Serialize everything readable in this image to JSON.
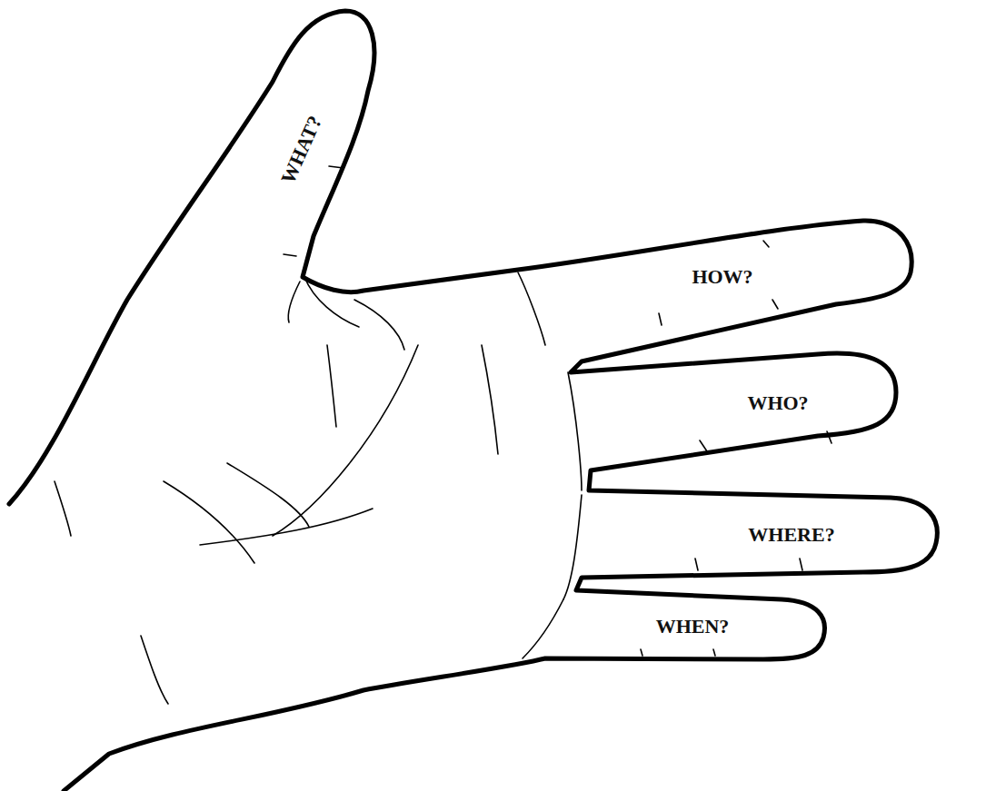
{
  "diagram": {
    "labels": [
      "WHAT?",
      "HOW?",
      "WHO?",
      "WHERE?",
      "WHEN?"
    ]
  }
}
